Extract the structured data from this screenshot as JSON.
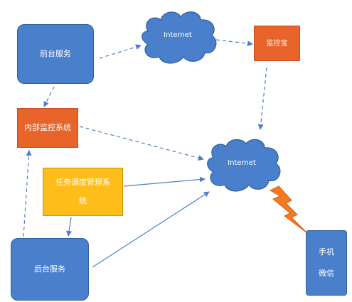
{
  "nodes": {
    "front_service": "前台服务",
    "back_service": "后台服务",
    "internal_monitor": "内部监控系统",
    "monitor_bao": "监控宝",
    "scheduler_line1": "任务调度管理系",
    "scheduler_line2": "统",
    "phone_line1": "手机",
    "phone_line2": "微信",
    "cloud_top": "Internet",
    "cloud_center": "Internet"
  },
  "colors": {
    "service_blue": "#4a7fcc",
    "monitor_orange": "#e8642b",
    "scheduler_yellow": "#ffbd19",
    "connector": "#4f7ec8",
    "lightning": "#f47a1f"
  },
  "icons": [
    "cloud-icon",
    "lightning-icon"
  ]
}
